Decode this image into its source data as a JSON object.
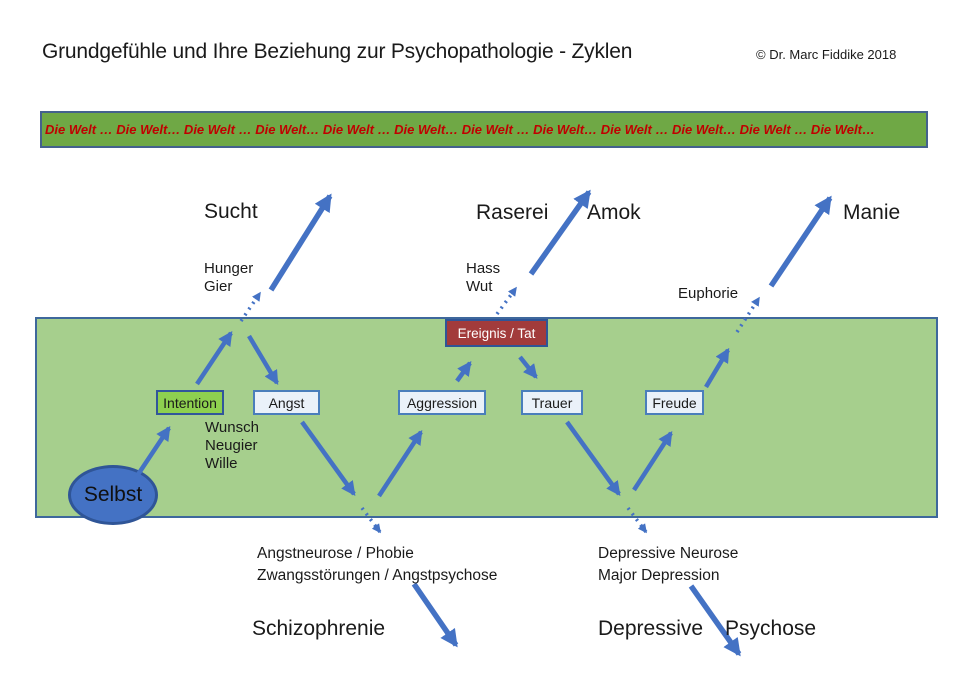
{
  "header": {
    "title": "Grundgefühle und Ihre Beziehung zur Psychopathologie - Zyklen",
    "copyright": "© Dr. Marc Fiddike 2018"
  },
  "banner": {
    "text": "Die Welt … Die Welt… Die Welt … Die Welt… Die Welt … Die Welt… Die Welt … Die Welt… Die Welt … Die Welt… Die Welt … Die Welt…"
  },
  "outcomes": {
    "sucht": "Sucht",
    "raserei": "Raserei",
    "amok": "Amok",
    "manie": "Manie",
    "schizophrenie": "Schizophrenie",
    "depressive_psychose": {
      "part1": "Depressive",
      "part2": "Psychose"
    }
  },
  "emotions_above": {
    "hunger": "Hunger",
    "gier": "Gier",
    "hass": "Hass",
    "wut": "Wut",
    "euphorie": "Euphorie"
  },
  "band": {
    "selbst": "Selbst",
    "boxes": {
      "intention": "Intention",
      "angst": "Angst",
      "aggression": "Aggression",
      "trauer": "Trauer",
      "freude": "Freude",
      "ereignis": "Ereignis / Tat"
    },
    "intention_sub": {
      "line1": "Wunsch",
      "line2": "Neugier",
      "line3": "Wille"
    }
  },
  "pathologies": {
    "left": {
      "line1": "Angstneurose / Phobie",
      "line2": "Zwangsstörungen / Angstpsychose"
    },
    "right": {
      "line1": "Depressive Neurose",
      "line2": "Major Depression"
    }
  },
  "colors": {
    "arrow_blue": "#4472C4",
    "band_green": "#A6CF8D",
    "banner_green": "#6FA845",
    "banner_text_red": "#C00000",
    "intention_green": "#8ED04F",
    "ereignis_red": "#A23B3B",
    "selbst_blue": "#4472C4",
    "box_light_blue": "#EAF1F9"
  }
}
